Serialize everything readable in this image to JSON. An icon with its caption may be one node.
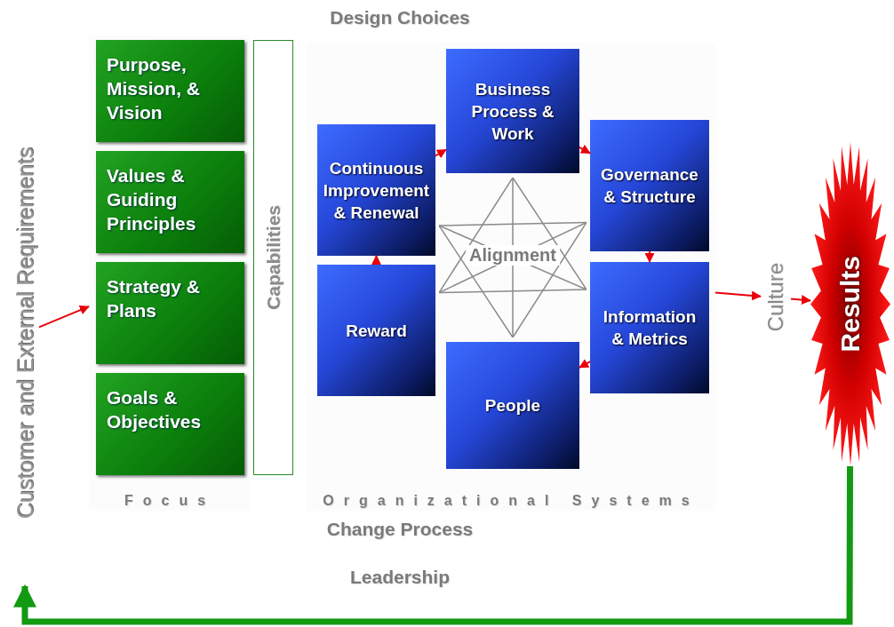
{
  "diagram": {
    "nodes": [
      {
        "text": [
          "Customer and External Requirements"
        ]
      },
      {
        "text": [
          "Focus"
        ]
      },
      {
        "text": [
          "Purpose, Mission, & Vision"
        ],
        "in": 1
      },
      {
        "text": [
          "Values & Guiding Principles"
        ],
        "in": 1
      },
      {
        "text": [
          "Strategy & Plans"
        ],
        "in": 1
      },
      {
        "text": [
          "Goals & Objectives"
        ],
        "in": 1
      },
      {
        "text": [
          "Capabilities"
        ]
      },
      {
        "text": [
          "Organizational Systems"
        ]
      },
      {
        "text": [
          "Business Process & Work"
        ],
        "in": 7
      },
      {
        "text": [
          "Continuous Improvement & Renewal"
        ],
        "in": 7
      },
      {
        "text": [
          "Governance & Structure"
        ],
        "in": 7
      },
      {
        "text": [
          "Alignment"
        ],
        "in": 7
      },
      {
        "text": [
          "Reward"
        ],
        "in": 7
      },
      {
        "text": [
          "Information & Metrics"
        ],
        "in": 7
      },
      {
        "text": [
          "People"
        ],
        "in": 7
      },
      {
        "text": [
          "Culture"
        ]
      },
      {
        "text": [
          "Results"
        ]
      }
    ],
    "edges": [
      {
        "from": 0,
        "to": 1,
        "arrow": "to"
      },
      {
        "from": 7,
        "to": 15,
        "arrow": "to"
      },
      {
        "from": 15,
        "to": 16,
        "arrow": "to"
      },
      {
        "from": 16,
        "to": 0,
        "arrow": "to",
        "style": "thick",
        "color": "#129a12"
      },
      {
        "from": 9,
        "to": 8,
        "arrow": "to"
      },
      {
        "from": 8,
        "to": 10,
        "arrow": "to"
      },
      {
        "from": 10,
        "to": 13,
        "arrow": "to"
      },
      {
        "from": 13,
        "to": 14,
        "arrow": "to"
      },
      {
        "from": 12,
        "to": 9,
        "arrow": "to"
      }
    ],
    "labels": [
      "Design Choices",
      "Change Process",
      "Leadership"
    ]
  }
}
